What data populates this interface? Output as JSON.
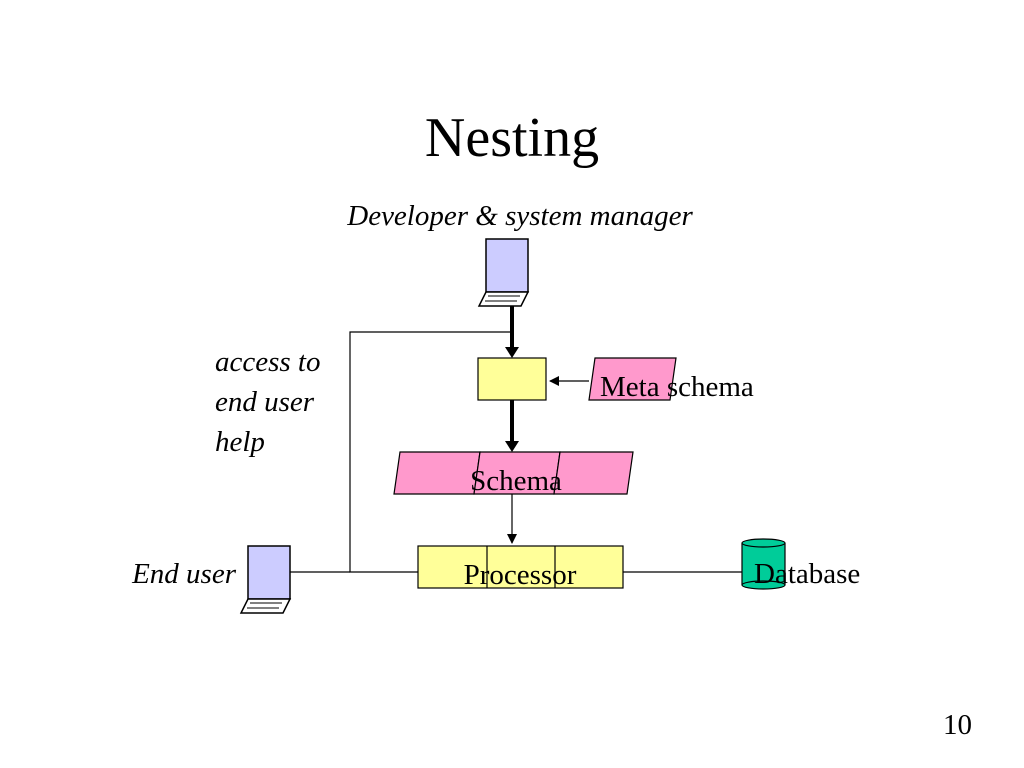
{
  "slide": {
    "title": "Nesting",
    "page_number": "10"
  },
  "diagram": {
    "developer_label": "Developer & system manager",
    "access_note": [
      "access to",
      "end user",
      "help"
    ],
    "meta_schema_label": "Meta schema",
    "schema_label": "Schema",
    "processor_label": "Processor",
    "end_user_label": "End user",
    "database_label": "Database"
  },
  "colors": {
    "terminal_screen": "#ccccff",
    "processor_fill": "#ffff99",
    "schema_fill": "#ff99cc",
    "database_fill": "#00cc99",
    "line": "#000000"
  }
}
